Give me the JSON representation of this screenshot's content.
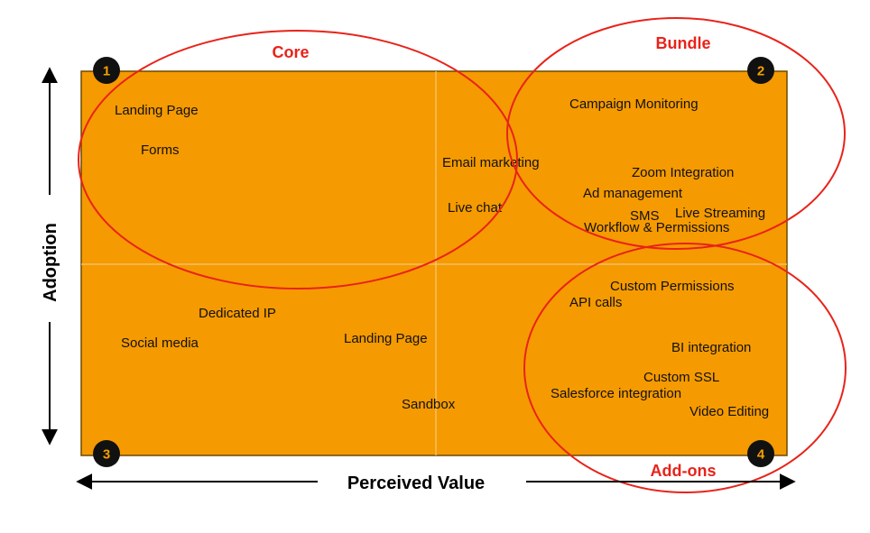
{
  "colors": {
    "plot_fill": "#f59a00",
    "plot_border": "#6b4a00",
    "divider": "#f7c877",
    "ellipse": "#e8231a",
    "badge": "#111111",
    "badge_text": "#f5a000"
  },
  "quadrants": [
    {
      "number": "1"
    },
    {
      "number": "2"
    },
    {
      "number": "3"
    },
    {
      "number": "4"
    }
  ],
  "clusters": [
    {
      "label": "Core"
    },
    {
      "label": "Bundle"
    },
    {
      "label": "Add-ons"
    }
  ],
  "features": [
    {
      "label": "Landing Page"
    },
    {
      "label": "Forms"
    },
    {
      "label": "Email marketing"
    },
    {
      "label": "Live chat"
    },
    {
      "label": "Campaign Monitoring"
    },
    {
      "label": "Zoom Integration"
    },
    {
      "label": "Ad management"
    },
    {
      "label": "SMS"
    },
    {
      "label": "Live Streaming"
    },
    {
      "label": "Workflow & Permissions"
    },
    {
      "label": "Custom Permissions"
    },
    {
      "label": "API calls"
    },
    {
      "label": "BI integration"
    },
    {
      "label": "Custom SSL"
    },
    {
      "label": "Salesforce integration"
    },
    {
      "label": "Video Editing"
    },
    {
      "label": "Dedicated IP"
    },
    {
      "label": "Social media"
    },
    {
      "label": "Landing Page"
    },
    {
      "label": "Sandbox"
    }
  ],
  "axes": {
    "x_title": "Perceived Value",
    "y_title": "Adoption"
  }
}
